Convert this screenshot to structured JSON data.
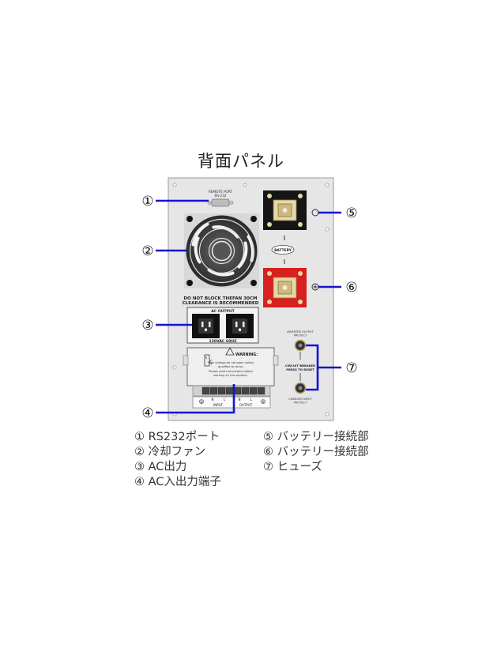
{
  "title": "背面パネル",
  "panel": {
    "remote_port_label": "REMOTE PORT",
    "remote_port_sub": "RS-232",
    "fan_warning_1": "DO NOT BLOCK THEFAN 30CM",
    "fan_warning_2": "CLEARANCE IS RECOMMENDED",
    "ac_output_label": "AC OUTPUT",
    "ac_output_rating": "120VAC 60HZ",
    "warning_title": "WARNING:",
    "warning_line1": "High voltage,do not open unless",
    "warning_line2": "qualified to do so.",
    "warning_line3": "Please read instructions before",
    "warning_line4": "working on this product.",
    "terminal_n1": "N",
    "terminal_l1": "L",
    "terminal_n2": "N",
    "terminal_l2": "L",
    "input_label": "INPUT",
    "output_label": "OUTPUT",
    "battery_label": "BATTERY",
    "inverter_protect_1": "INVERTER OUTPUT",
    "inverter_protect_2": "PROTECT",
    "breaker_1": "CIRCUIT BREAKER",
    "breaker_2": "PRESS TO RESET",
    "charger_protect_1": "CHARGER INPUT",
    "charger_protect_2": "PROTECT"
  },
  "callouts": {
    "c1": "①",
    "c2": "②",
    "c3": "③",
    "c4": "④",
    "c5": "⑤",
    "c6": "⑥",
    "c7": "⑦"
  },
  "legend_left": [
    "① RS232ポート",
    "② 冷却ファン",
    "③ AC出力",
    "④ AC入出力端子"
  ],
  "legend_right": [
    "⑤ バッテリー接続部",
    "⑥ バッテリー接続部",
    "⑦ ヒューズ"
  ],
  "colors": {
    "panel": "#e6e6e6",
    "callout_line": "#1515d0",
    "terminal_red": "#d8201c",
    "terminal_black": "#1a1a1a"
  }
}
